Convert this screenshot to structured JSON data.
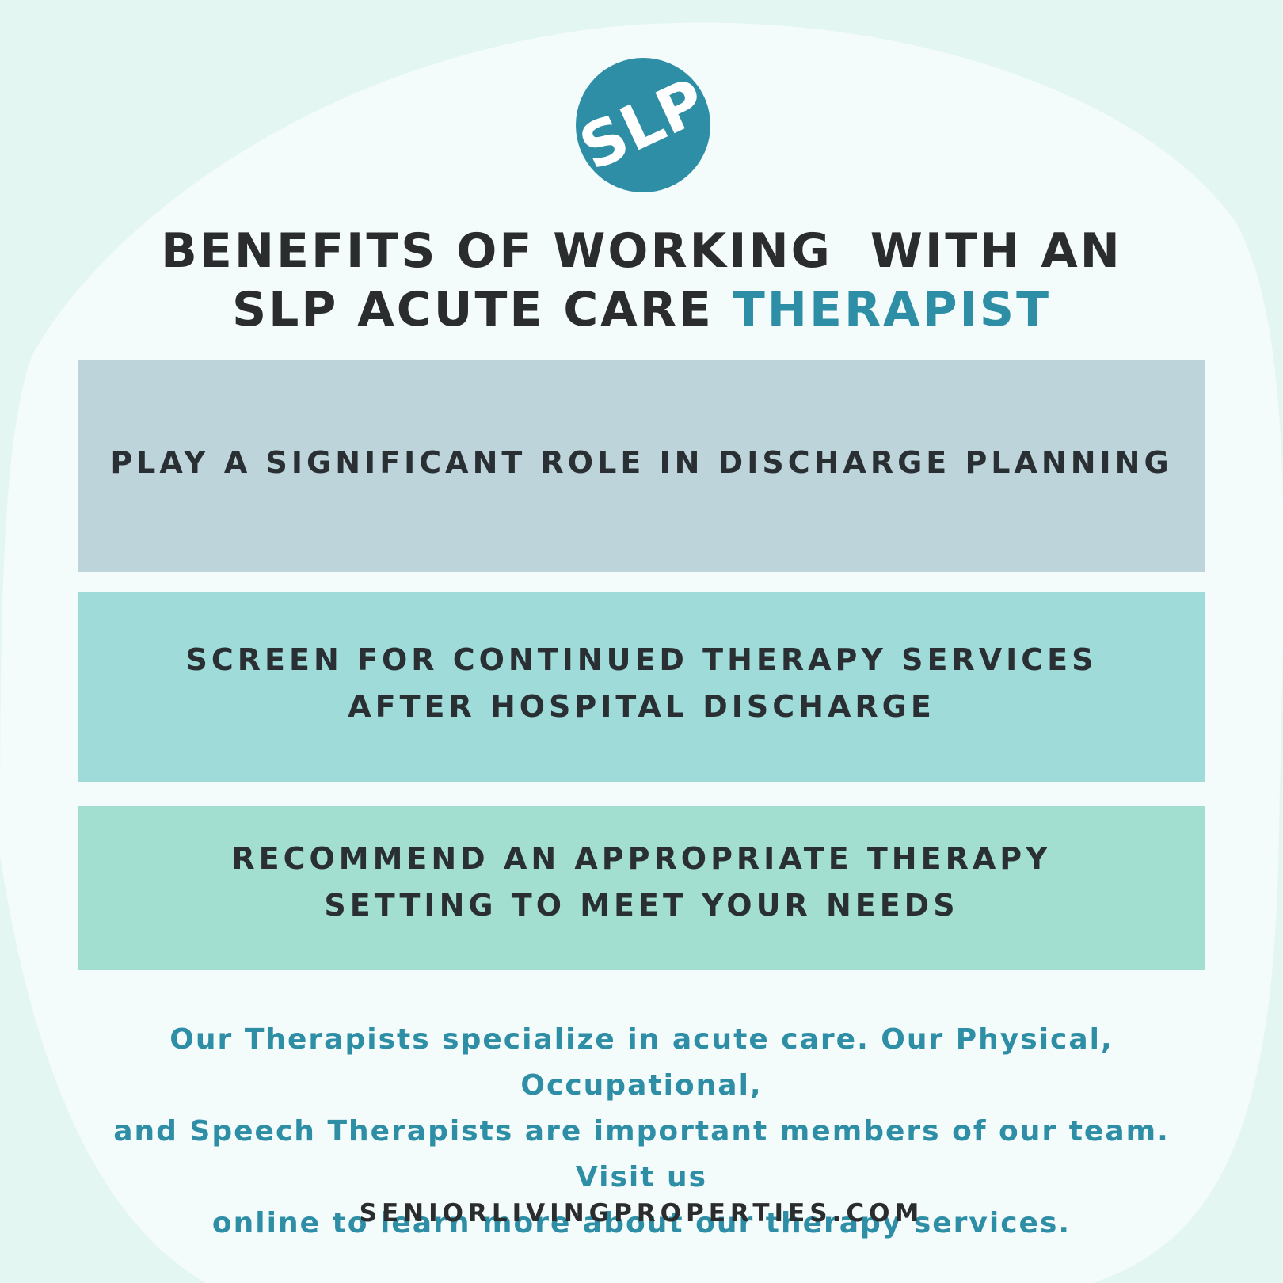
{
  "logo": {
    "letters": "SLP",
    "color": "#2d8ea6"
  },
  "headline": {
    "line1": "BENEFITS OF WORKING  WITH AN",
    "line2_part1": "SLP ACUTE CARE",
    "line2_accent": "THERAPIST"
  },
  "benefits": [
    {
      "lines": [
        "PLAY A SIGNIFICANT ROLE IN DISCHARGE PLANNING"
      ],
      "color": "#bcd4da"
    },
    {
      "lines": [
        "SCREEN FOR CONTINUED THERAPY SERVICES",
        "AFTER HOSPITAL DISCHARGE"
      ],
      "color": "#9edbd9"
    },
    {
      "lines": [
        "RECOMMEND AN APPROPRIATE THERAPY",
        "SETTING TO MEET YOUR NEEDS"
      ],
      "color": "#a3dfd0"
    }
  ],
  "blurb": {
    "lines": [
      "Our Therapists specialize in acute care. Our Physical, Occupational,",
      "and Speech Therapists are important members of our team. Visit us",
      "online to learn more about our therapy services."
    ]
  },
  "website": "SENIORLIVINGPROPERTIES.COM"
}
